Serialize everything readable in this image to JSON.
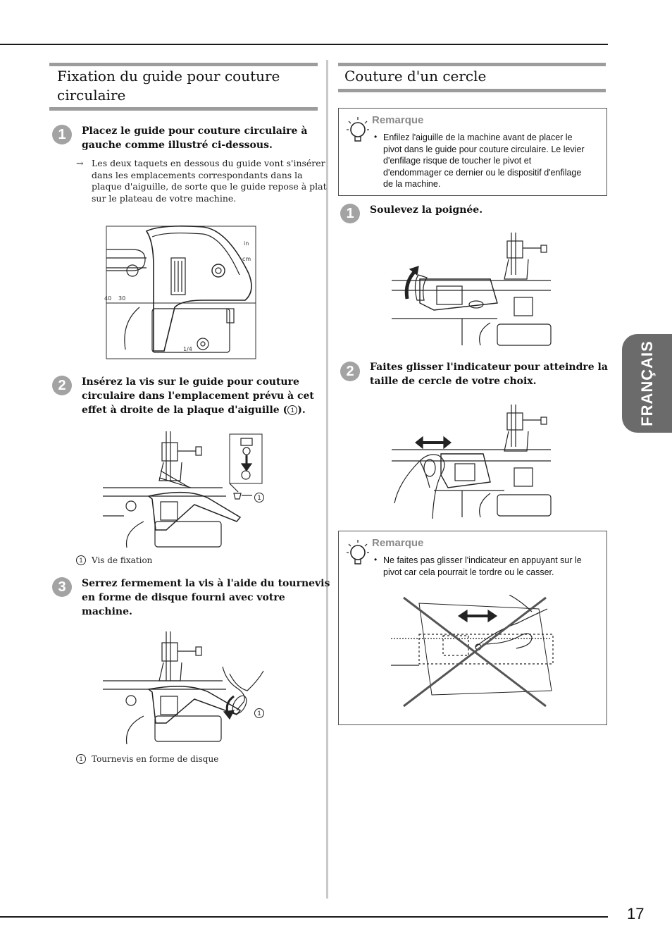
{
  "page": {
    "number": "17",
    "language_tab": "FRANÇAIS"
  },
  "left": {
    "section_title_line1": "Fixation du guide pour couture",
    "section_title_line2": "circulaire",
    "steps": [
      {
        "num": "1",
        "lines": [
          "Placez le guide pour couture circulaire à",
          "gauche comme illustré ci-dessous."
        ],
        "result_arrow": "→",
        "result_lines": [
          "Les deux taquets en dessous du guide vont s'insérer",
          "dans les emplacements correspondants dans la",
          "plaque d'aiguille, de sorte que le guide repose à plat",
          "sur le plateau de votre machine."
        ]
      },
      {
        "num": "2",
        "lines": [
          "Insérez la vis sur le guide pour couture",
          "circulaire dans l'emplacement prévu à cet",
          "effet à droite de la plaque d'aiguille ("
        ],
        "line3_end": ").",
        "callout": "1",
        "legend_num": "1",
        "legend": "Vis de fixation"
      },
      {
        "num": "3",
        "lines": [
          "Serrez fermement la vis à l'aide du tournevis",
          "en forme de disque fourni avec votre",
          "machine."
        ],
        "callout": "1",
        "legend_num": "1",
        "legend": "Tournevis en forme de disque"
      }
    ],
    "fig1_labels": {
      "inch": "in",
      "cm": "cm",
      "t40": "40",
      "t30": "30",
      "quarter": "1/4"
    }
  },
  "right": {
    "section_title": "Couture d'un cercle",
    "note1": {
      "title": "Remarque",
      "bullet": "•",
      "lines": [
        "Enfilez l'aiguille de la machine avant de placer le",
        "pivot dans le guide pour couture circulaire. Le levier",
        "d'enfilage risque de toucher le pivot et",
        "d'endommager ce dernier ou le dispositif d'enfilage",
        "de la machine."
      ]
    },
    "steps": [
      {
        "num": "1",
        "lines": [
          "Soulevez la poignée."
        ]
      },
      {
        "num": "2",
        "lines": [
          "Faites glisser l'indicateur pour atteindre la",
          "taille de cercle de votre choix."
        ]
      }
    ],
    "note2": {
      "title": "Remarque",
      "bullet": "•",
      "lines": [
        "Ne faites pas glisser l'indicateur en appuyant sur le",
        "pivot car cela pourrait le tordre ou le casser."
      ]
    }
  },
  "colors": {
    "section_bar": "#9c9c9c",
    "step_badge": "#a3a3a3",
    "language_tab": "#6b6b6b",
    "note_title": "#8a8a8a",
    "warning_x": "#555555"
  },
  "icons": [
    "lightbulb-icon",
    "arrow-right-icon",
    "double-arrow-icon",
    "curved-arrow-icon",
    "cross-out-icon"
  ]
}
